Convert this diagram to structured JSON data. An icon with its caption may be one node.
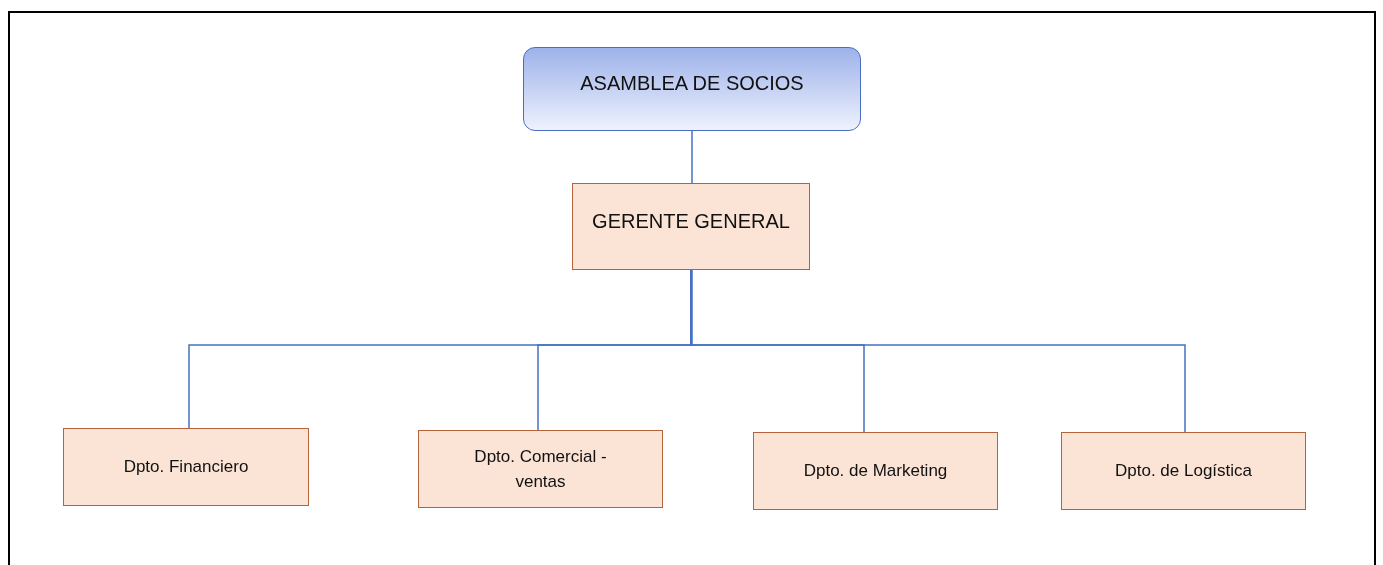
{
  "diagram": {
    "nodes": [
      {
        "text": [
          "ASAMBLEA DE SOCIOS"
        ]
      },
      {
        "text": [
          "GERENTE GENERAL"
        ]
      },
      {
        "text": [
          "Dpto. Financiero"
        ]
      },
      {
        "text": [
          "Dpto. Comercial - ventas"
        ]
      },
      {
        "text": [
          "Dpto. de Marketing"
        ]
      },
      {
        "text": [
          "Dpto. de Logística"
        ]
      }
    ],
    "edges": [
      {
        "from": 0,
        "to": 1,
        "arrow": "none"
      },
      {
        "from": 1,
        "to": 2,
        "arrow": "none"
      },
      {
        "from": 1,
        "to": 3,
        "arrow": "none"
      },
      {
        "from": 1,
        "to": 4,
        "arrow": "none"
      },
      {
        "from": 1,
        "to": 5,
        "arrow": "none"
      }
    ]
  }
}
